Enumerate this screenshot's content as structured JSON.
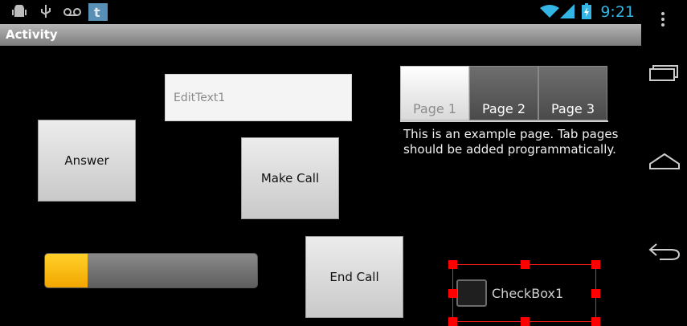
{
  "status_bar": {
    "time": "9:21",
    "icons": [
      "android-icon",
      "usb-icon",
      "voicemail-icon",
      "twitter-icon",
      "wifi-icon",
      "signal-icon",
      "battery-charging-icon"
    ]
  },
  "action_bar": {
    "title": "Activity"
  },
  "buttons": {
    "answer": "Answer",
    "make_call": "Make Call",
    "end_call": "End Call"
  },
  "edit_text": {
    "value": "EditText1"
  },
  "tabs": [
    {
      "label": "Page 1",
      "selected": true
    },
    {
      "label": "Page 2",
      "selected": false
    },
    {
      "label": "Page 3",
      "selected": false
    }
  ],
  "tab_content": "This is an example page. Tab pages should be added programmatically.",
  "progress": {
    "percent": 20,
    "color": "#f5b400"
  },
  "checkbox": {
    "label": "CheckBox1",
    "checked": false
  },
  "colors": {
    "clock": "#33b5e5",
    "selection": "#ff0000"
  }
}
